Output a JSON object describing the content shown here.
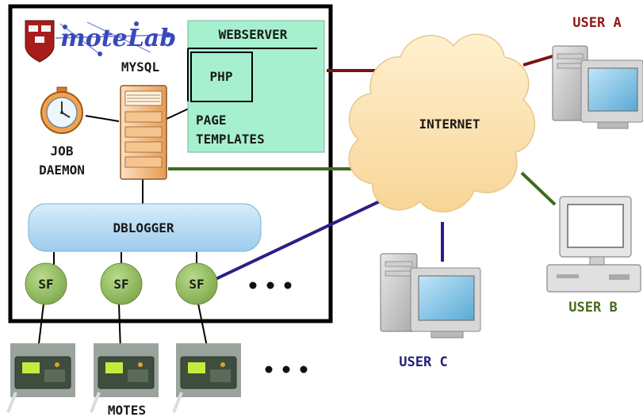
{
  "diagram": {
    "logo": {
      "text": "moteLab"
    },
    "labels": {
      "webserver": "WEBSERVER",
      "php": "PHP",
      "page_templates_1": "PAGE",
      "page_templates_2": "TEMPLATES",
      "mysql": "MYSQL",
      "job_1": "JOB",
      "job_2": "DAEMON",
      "dblogger": "DBLOGGER",
      "sf": "SF",
      "internet": "INTERNET",
      "user_a": "USER A",
      "user_b": "USER B",
      "user_c": "USER C",
      "motes": "MOTES"
    },
    "colors": {
      "user_a": "#8c1a1a",
      "user_b": "#4a6a1e",
      "user_c": "#27217a",
      "webserver_fill": "#a6f0cf",
      "dblogger_fill": "#b5dcf4",
      "sf_fill": "#9dc46a",
      "cloud_fill": "#fde2b0"
    }
  }
}
